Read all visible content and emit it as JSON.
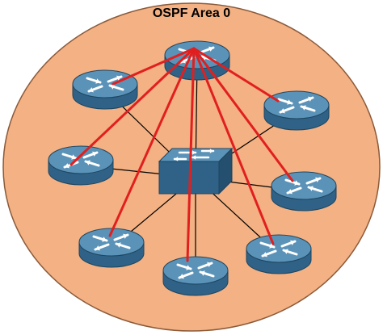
{
  "diagram": {
    "area_label": "OSPF Area 0",
    "colors": {
      "area_fill": "#F4B183",
      "area_stroke": "#8a5a3a",
      "device_top": "#5b93b8",
      "device_side": "#2f6286",
      "device_edge": "#1e4560",
      "adjacency_line": "#e11f1f",
      "link_line": "#000000"
    },
    "nodes": [
      {
        "id": "dr",
        "kind": "router",
        "role": "designated-router",
        "icon": "router-icon"
      },
      {
        "id": "r1",
        "kind": "router",
        "icon": "router-icon"
      },
      {
        "id": "r2",
        "kind": "router",
        "icon": "router-icon"
      },
      {
        "id": "r3",
        "kind": "router",
        "icon": "router-icon"
      },
      {
        "id": "r4",
        "kind": "router",
        "icon": "router-icon"
      },
      {
        "id": "r5",
        "kind": "router",
        "icon": "router-icon"
      },
      {
        "id": "r6",
        "kind": "router",
        "icon": "router-icon"
      },
      {
        "id": "r7",
        "kind": "router",
        "icon": "router-icon"
      },
      {
        "id": "sw",
        "kind": "switch",
        "icon": "switch-icon"
      }
    ],
    "links": [
      {
        "from": "sw",
        "to": "dr",
        "type": "ethernet"
      },
      {
        "from": "sw",
        "to": "r1",
        "type": "ethernet"
      },
      {
        "from": "sw",
        "to": "r2",
        "type": "ethernet"
      },
      {
        "from": "sw",
        "to": "r3",
        "type": "ethernet"
      },
      {
        "from": "sw",
        "to": "r4",
        "type": "ethernet"
      },
      {
        "from": "sw",
        "to": "r5",
        "type": "ethernet"
      },
      {
        "from": "sw",
        "to": "r6",
        "type": "ethernet"
      },
      {
        "from": "sw",
        "to": "r7",
        "type": "ethernet"
      }
    ],
    "adjacencies": [
      {
        "from": "dr",
        "to": "r1"
      },
      {
        "from": "dr",
        "to": "r2"
      },
      {
        "from": "dr",
        "to": "r3"
      },
      {
        "from": "dr",
        "to": "r4"
      },
      {
        "from": "dr",
        "to": "r5"
      },
      {
        "from": "dr",
        "to": "r6"
      },
      {
        "from": "dr",
        "to": "r7"
      }
    ]
  }
}
